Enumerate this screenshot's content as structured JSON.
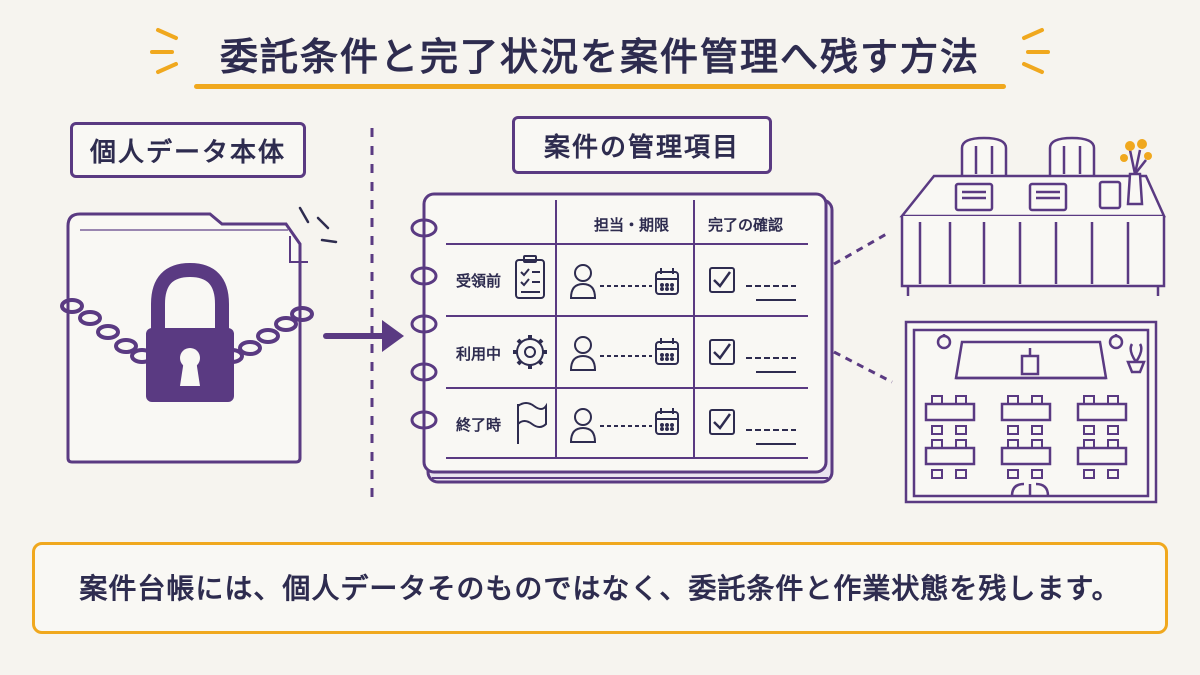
{
  "title": "委託条件と完了状況を案件管理へ残す方法",
  "left_panel": {
    "label": "個人データ本体",
    "icons": [
      "document-icon",
      "chain-icon",
      "padlock-icon"
    ]
  },
  "center_panel": {
    "label": "案件の管理項目",
    "columns": [
      "担当・期限",
      "完了の確認"
    ],
    "rows": [
      {
        "label": "受領前",
        "icon": "checklist-icon"
      },
      {
        "label": "利用中",
        "icon": "gear-icon"
      },
      {
        "label": "終了時",
        "icon": "flag-icon"
      }
    ],
    "cell_icons": [
      "person-icon",
      "calendar-icon",
      "checkbox-icon"
    ]
  },
  "right_panel": {
    "icons": [
      "meeting-table-icon",
      "seminar-room-icon"
    ]
  },
  "footer": {
    "text": "案件台帳には、個人データそのものではなく、委託条件と作業状態を残します。"
  },
  "colors": {
    "accent": "#f0a81e",
    "primary": "#5a3a82",
    "text": "#2e2c4f",
    "background": "#f6f4ef"
  }
}
